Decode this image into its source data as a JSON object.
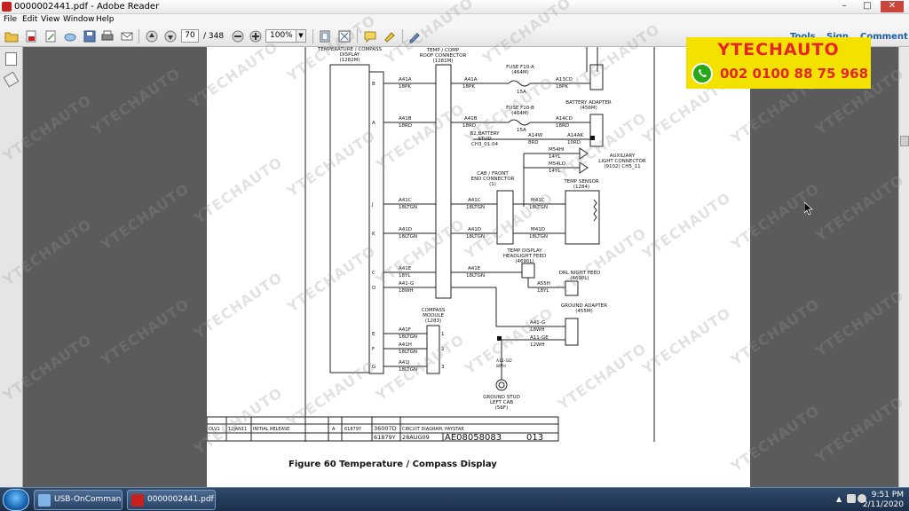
{
  "window": {
    "title": "0000002441.pdf - Adobe Reader",
    "controls": [
      "–",
      "□",
      "✕"
    ]
  },
  "menu": [
    "File",
    "Edit",
    "View",
    "Window",
    "Help"
  ],
  "toolbar": {
    "page_current": "70",
    "page_total": "/ 348",
    "zoom": "100%",
    "links": [
      "Tools",
      "Sign",
      "Comment"
    ]
  },
  "banner": {
    "brand": "YTECHAUTO",
    "phone": "002 0100 88 75 968"
  },
  "watermark": "YTECHAUTO",
  "document": {
    "caption": "Figure 60    Temperature / Compass Display",
    "diagram": {
      "components": {
        "display": [
          "TEMPERATURE / COMPASS",
          "DISPLAY",
          "(1282M)"
        ],
        "roof": [
          "TEMP / COMP",
          "ROOF CONNECTOR",
          "(1281M)"
        ],
        "fuse_a": [
          "FUSE F10-A",
          "(464M)"
        ],
        "fuse_b": [
          "FUSE F10-B",
          "(464M)"
        ],
        "battery": [
          "BATTERY ADAPTER",
          "(456M)"
        ],
        "battery_stud": [
          "B2,BATTERY",
          "STUD",
          "CH3_01.04"
        ],
        "aux": [
          "AUXILIARY",
          "LIGHT CONNECTOR",
          "(9102) CH5_11"
        ],
        "cab": [
          "CAB / FRONT",
          "END CONNECTOR",
          "(1)"
        ],
        "temp_sensor": [
          "TEMP SENSOR",
          "(1284)"
        ],
        "headlight": [
          "TEMP DISPLAY",
          "HEADLIGHT FEED",
          "(4690L)"
        ],
        "drl": [
          "DRL NIGHT FEED",
          "(469PL)"
        ],
        "ground_adapter": [
          "GROUND ADAPTER",
          "(455M)"
        ],
        "compass": [
          "COMPASS",
          "MODULE",
          "(1283)"
        ],
        "ground_stud": [
          "GROUND STUD",
          "LEFT CAB",
          "(56F)"
        ]
      },
      "wires": [
        {
          "pin": "B",
          "wire": "A41A",
          "spec": "18PK"
        },
        {
          "pin": "A",
          "wire": "A41B",
          "spec": "18RD"
        },
        {
          "pin": "J",
          "wire": "A41C",
          "spec": "18LTGN"
        },
        {
          "pin": "K",
          "wire": "A41D",
          "spec": "18LTGN"
        },
        {
          "pin": "C",
          "wire": "A41E",
          "spec": "18YL"
        },
        {
          "pin": "D",
          "wire": "A41-G",
          "spec": "18WH"
        }
      ],
      "compass_wires": [
        {
          "pin": "E",
          "wire": "A41F",
          "spec": "18LTGN",
          "term": "1"
        },
        {
          "pin": "F",
          "wire": "A41H",
          "spec": "18LTGN",
          "term": "2"
        },
        {
          "pin": "G",
          "wire": "A41J",
          "spec": "18LTGN",
          "term": "3"
        }
      ],
      "right_labels": {
        "fuse_a_out": [
          "A13CD",
          "18PK"
        ],
        "fuse_a_rating": "15A",
        "fuse_b_rating": "15A",
        "fuse_b_out": [
          "A14CD",
          "18RD"
        ],
        "batt_in": [
          "A14W",
          "8RD"
        ],
        "batt_out": [
          "A14AK",
          "10RD"
        ],
        "aux1": [
          "M54HI",
          "14YL"
        ],
        "aux2": [
          "M54LO",
          "14YL"
        ],
        "sensor1": [
          "M41C",
          "18LTGN"
        ],
        "sensor2": [
          "M41D",
          "18LTGN"
        ],
        "headlight_wire": [
          "A41E",
          "18LTGN"
        ],
        "drl_wire": [
          "A55H",
          "18YL"
        ],
        "gnd1": [
          "A41-G",
          "18WH"
        ],
        "gnd2": [
          "A11-GE",
          "12WH"
        ],
        "gnd_stud_wire": [
          "A11-GD",
          "8WH"
        ]
      },
      "title_block": {
        "row": [
          "DLV1",
          "12JAN11",
          "INITIAL RELEASE",
          "A",
          "61879Y"
        ],
        "drawing_no": "36007D",
        "title": "CIRCUIT DIAGRAM, PAYSTAR",
        "release": "61879Y",
        "date": "28AUG09",
        "doc_id": "AE08058083",
        "sheet": "013"
      }
    }
  },
  "taskbar": {
    "items": [
      "USB-OnComman...",
      "0000002441.pdf - ..."
    ],
    "time": "9:51 PM",
    "date": "2/11/2020"
  },
  "colors": {
    "banner_bg": "#f3e200",
    "banner_text": "#e4252b",
    "whatsapp": "#29a71a",
    "doc_bg": "#5b5b5b"
  }
}
